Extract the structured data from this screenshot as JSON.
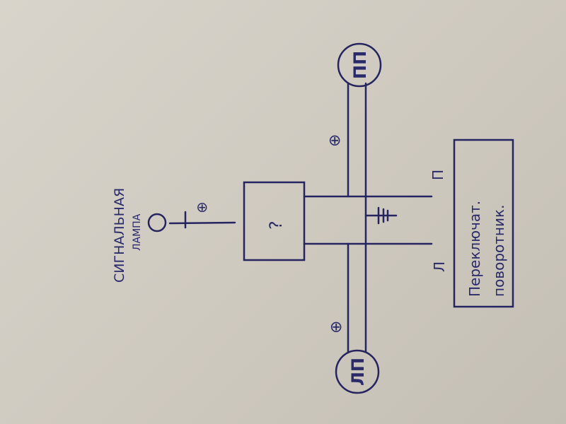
{
  "signal_lamp": {
    "label_line1": "СИГНАЛЬНАЯ",
    "label_line2": "ЛАМПА"
  },
  "unknown_block": {
    "label": "?"
  },
  "left_lamp": {
    "label": "ЛП"
  },
  "right_lamp": {
    "label": "ПП"
  },
  "plus_marks": [
    "⊕",
    "⊕",
    "⊕"
  ],
  "switch": {
    "label_line1": "Переключат.",
    "label_line2": "поворотник.",
    "terminal_left": "Л",
    "terminal_right": "П"
  },
  "ink_color": "#25245e"
}
